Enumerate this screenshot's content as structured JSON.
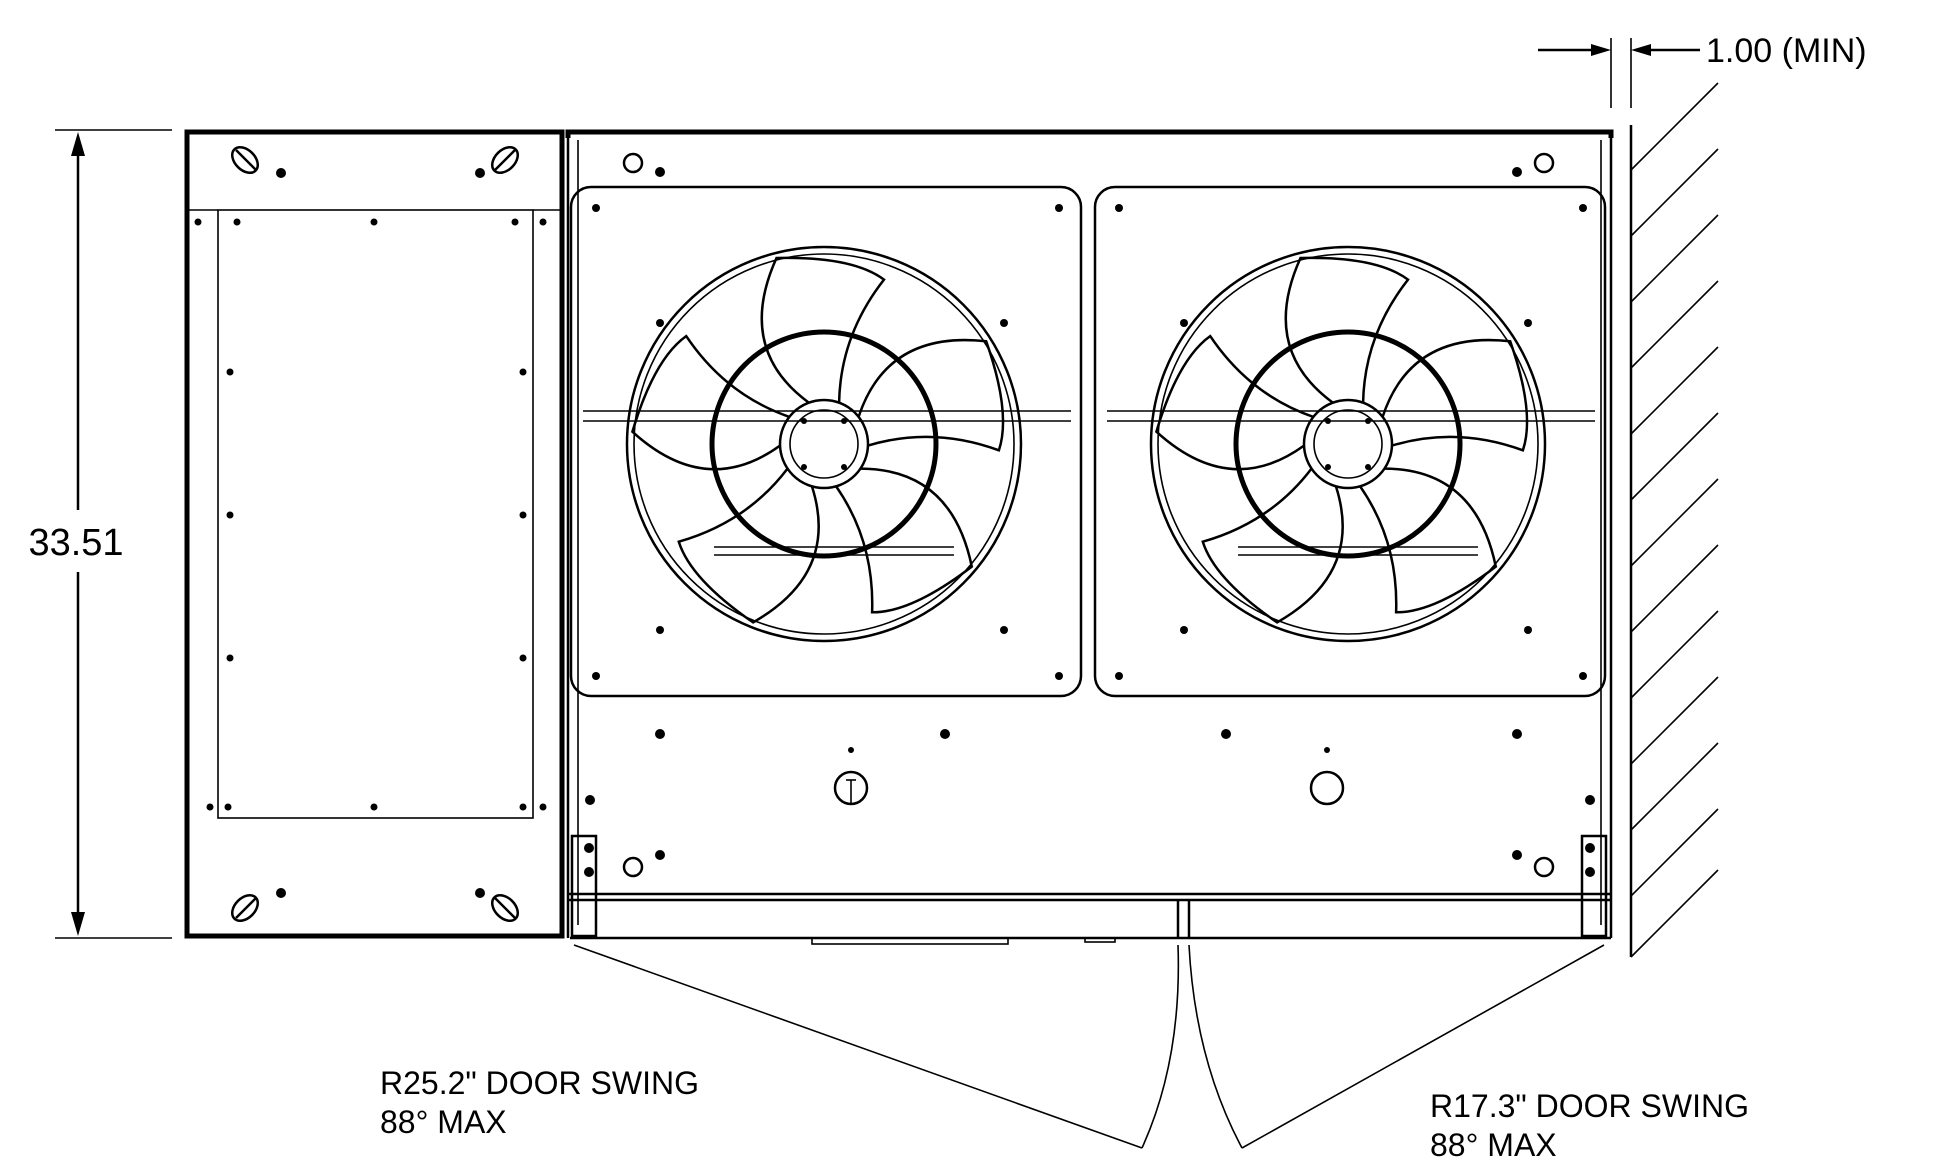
{
  "dimensions": {
    "height_label": "33.51",
    "clearance_label": "1.00  (MIN)"
  },
  "door_swings": {
    "left": {
      "radius_label": "R25.2\" DOOR SWING",
      "angle_label": "88° MAX"
    },
    "right": {
      "radius_label": "R17.3\" DOOR SWING",
      "angle_label": "88° MAX"
    }
  },
  "components": {
    "fans": [
      "fan-left",
      "fan-right"
    ],
    "side_panel": "control-panel",
    "wall": "hatched-wall"
  }
}
